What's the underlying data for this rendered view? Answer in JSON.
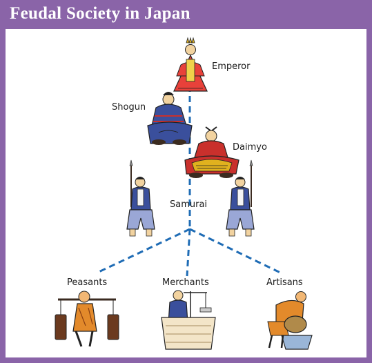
{
  "header": {
    "title": "Feudal Society in Japan"
  },
  "diagram": {
    "ranks": [
      {
        "label": "Emperor"
      },
      {
        "label": "Shogun"
      },
      {
        "label": "Daimyo"
      },
      {
        "label": "Samurai"
      },
      {
        "label": "Peasants"
      },
      {
        "label": "Merchants"
      },
      {
        "label": "Artisans"
      }
    ]
  },
  "colors": {
    "frame": "#8a64a8",
    "connector": "#1f6cb5",
    "emperor_robe": "#e8413a",
    "armor_blue": "#3a4f9c",
    "daimyo_red": "#c9302c",
    "gold": "#e0b11e",
    "peasant_orange": "#e38a2b"
  }
}
